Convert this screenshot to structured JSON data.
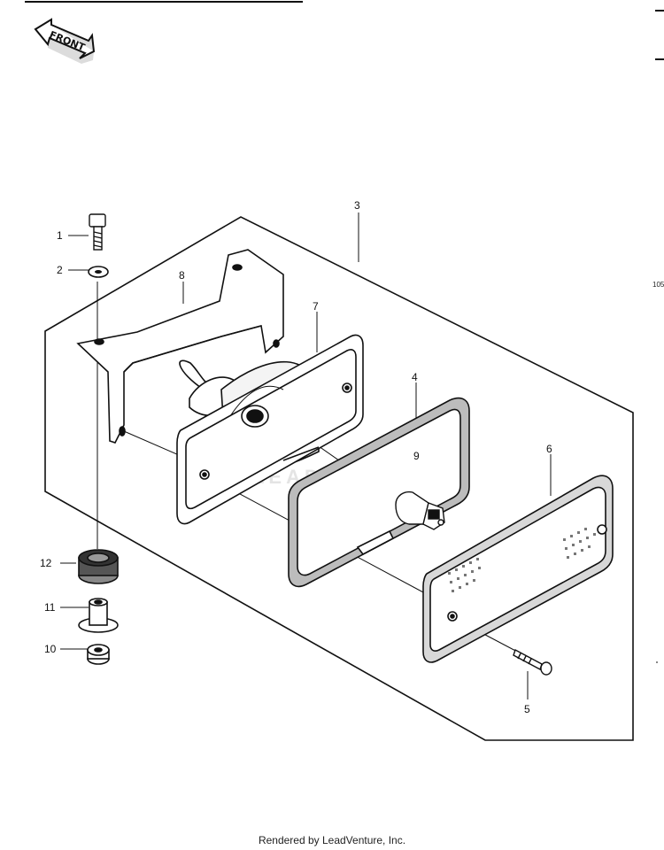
{
  "front_label": "FRONT",
  "side_note": "105",
  "footer": "Rendered by LeadVenture, Inc.",
  "watermark": "LEADVENTURE",
  "callouts": [
    {
      "id": "1",
      "text": "1"
    },
    {
      "id": "2",
      "text": "2"
    },
    {
      "id": "3",
      "text": "3"
    },
    {
      "id": "4",
      "text": "4"
    },
    {
      "id": "5",
      "text": "5"
    },
    {
      "id": "6",
      "text": "6"
    },
    {
      "id": "7",
      "text": "7"
    },
    {
      "id": "8",
      "text": "8"
    },
    {
      "id": "9",
      "text": "9"
    },
    {
      "id": "10",
      "text": "10"
    },
    {
      "id": "11",
      "text": "11"
    },
    {
      "id": "12",
      "text": "12"
    }
  ],
  "colors": {
    "line": "#111111",
    "fill": "#ffffff",
    "shade": "#bdbdbd",
    "watermark": "#e6e6e6"
  }
}
